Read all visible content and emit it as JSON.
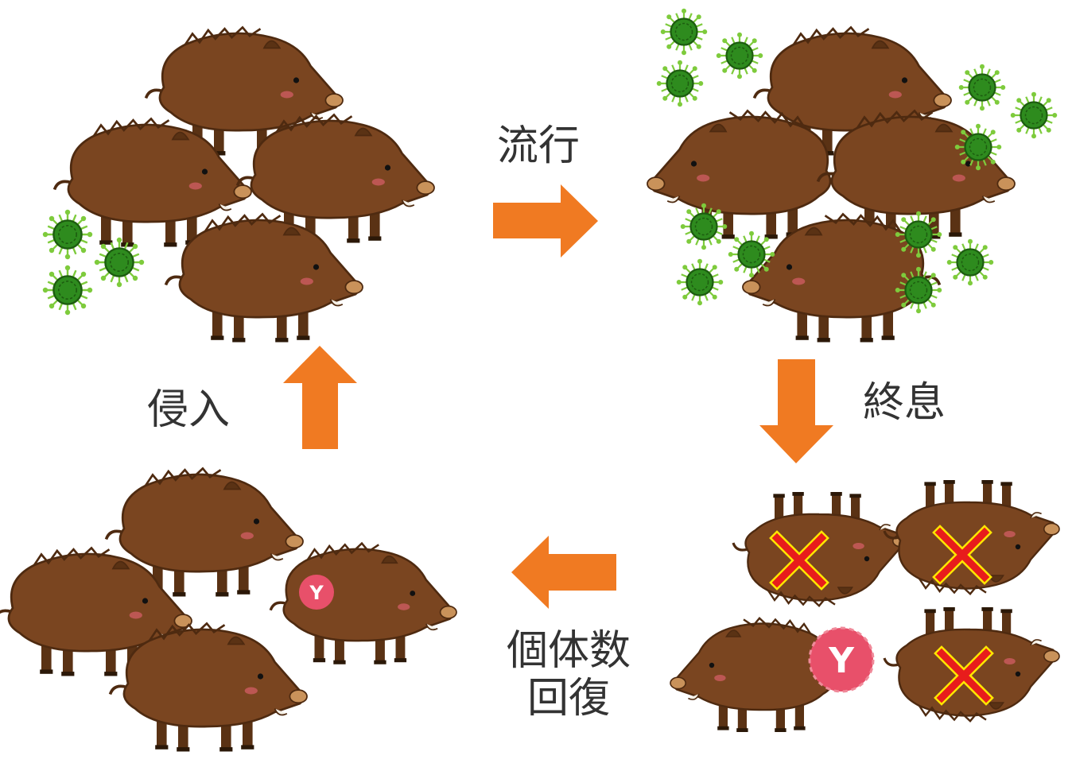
{
  "labels": {
    "spread": "流行",
    "subside": "終息",
    "recovery_line1": "個体数",
    "recovery_line2": "回復",
    "invasion": "侵入"
  },
  "badge_letter": "Y",
  "colors": {
    "boar_body": "#7a4520",
    "boar_dark": "#4e2a10",
    "boar_snout": "#c9925a",
    "arrow_orange": "#f07a22",
    "virus_green": "#2e8b1e",
    "virus_dark": "#1d5c10",
    "cross_red": "#e81c1c",
    "cross_outline": "#ffe600",
    "badge_pink": "#e8506a"
  },
  "icons": [
    "boar-icon",
    "virus-icon",
    "arrow-right-icon",
    "arrow-down-icon",
    "arrow-left-icon",
    "arrow-up-icon",
    "cross-mark-icon",
    "immunity-badge-icon"
  ]
}
